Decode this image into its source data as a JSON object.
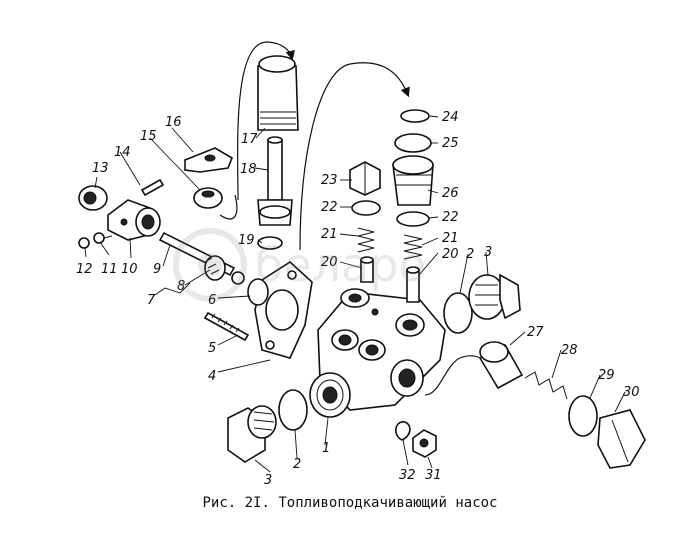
{
  "caption": "Рис. 2I. Топливоподкачивающий насос",
  "parts": [
    {
      "id": "p1",
      "label": "1"
    },
    {
      "id": "p2a",
      "label": "2"
    },
    {
      "id": "p2b",
      "label": "2"
    },
    {
      "id": "p3a",
      "label": "3"
    },
    {
      "id": "p3b",
      "label": "3"
    },
    {
      "id": "p4",
      "label": "4"
    },
    {
      "id": "p5",
      "label": "5"
    },
    {
      "id": "p6",
      "label": "6"
    },
    {
      "id": "p7",
      "label": "7"
    },
    {
      "id": "p8",
      "label": "8"
    },
    {
      "id": "p9",
      "label": "9"
    },
    {
      "id": "p10",
      "label": "10"
    },
    {
      "id": "p11",
      "label": "11"
    },
    {
      "id": "p12",
      "label": "12"
    },
    {
      "id": "p13",
      "label": "13"
    },
    {
      "id": "p14",
      "label": "14"
    },
    {
      "id": "p15",
      "label": "15"
    },
    {
      "id": "p16",
      "label": "16"
    },
    {
      "id": "p17",
      "label": "17"
    },
    {
      "id": "p18",
      "label": "18"
    },
    {
      "id": "p19",
      "label": "19"
    },
    {
      "id": "p20a",
      "label": "20"
    },
    {
      "id": "p20b",
      "label": "20"
    },
    {
      "id": "p21a",
      "label": "21"
    },
    {
      "id": "p21b",
      "label": "21"
    },
    {
      "id": "p22a",
      "label": "22"
    },
    {
      "id": "p22b",
      "label": "22"
    },
    {
      "id": "p23",
      "label": "23"
    },
    {
      "id": "p24",
      "label": "24"
    },
    {
      "id": "p25",
      "label": "25"
    },
    {
      "id": "p26",
      "label": "26"
    },
    {
      "id": "p27",
      "label": "27"
    },
    {
      "id": "p28",
      "label": "28"
    },
    {
      "id": "p29",
      "label": "29"
    },
    {
      "id": "p30",
      "label": "30"
    },
    {
      "id": "p31",
      "label": "31"
    },
    {
      "id": "p32",
      "label": "32"
    }
  ],
  "watermark": "беларо"
}
